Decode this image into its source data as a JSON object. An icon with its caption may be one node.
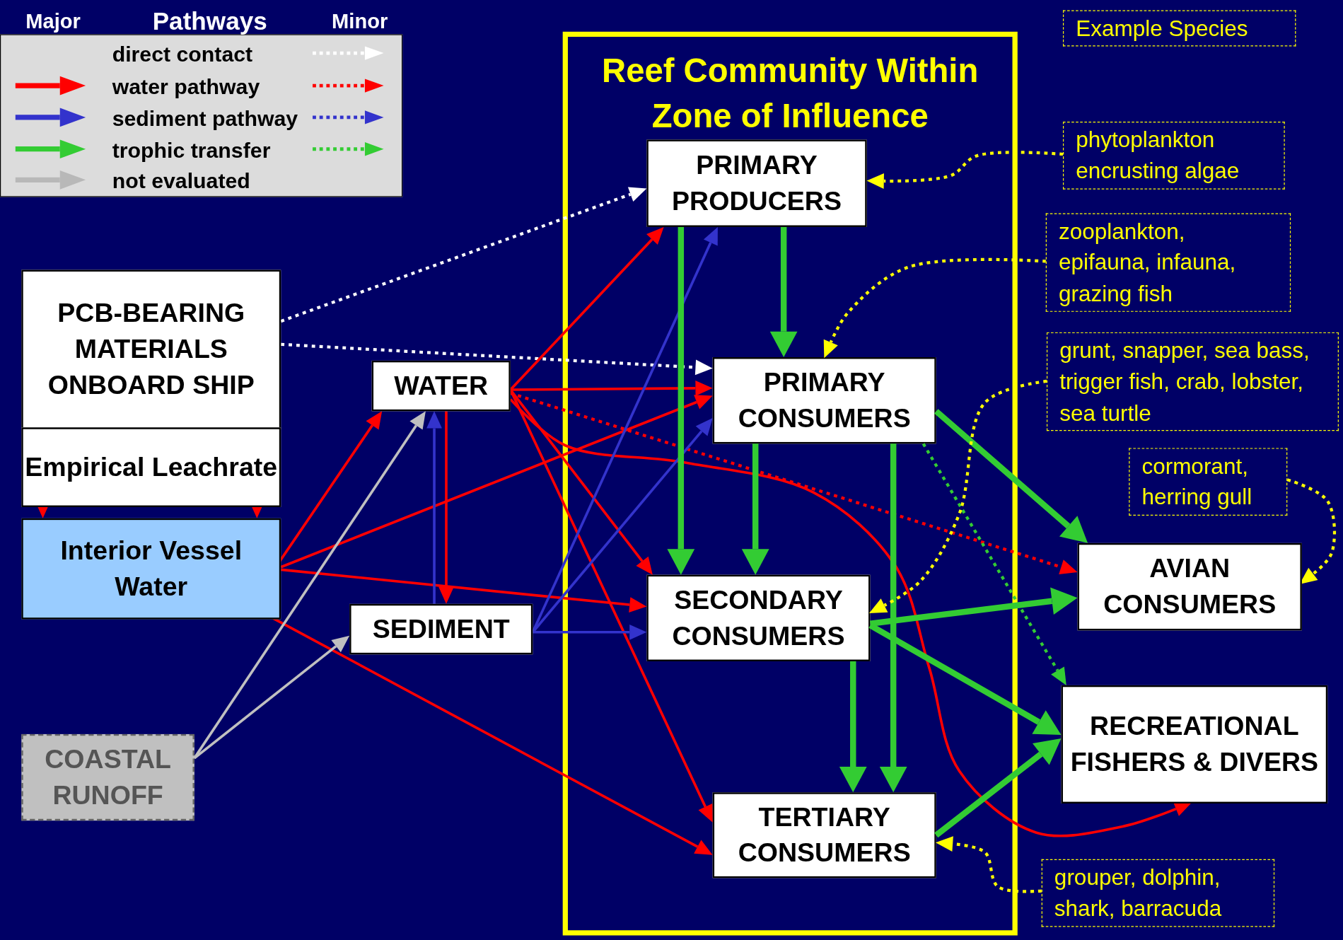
{
  "diagram": {
    "nodes": [
      {
        "text": [
          "Reef Community Within Zone of Influence"
        ]
      },
      {
        "text": [
          "PRIMARY PRODUCERS"
        ],
        "in": 0
      },
      {
        "text": [
          "PRIMARY CONSUMERS"
        ],
        "in": 0
      },
      {
        "text": [
          "SECONDARY CONSUMERS"
        ],
        "in": 0
      },
      {
        "text": [
          "TERTIARY CONSUMERS"
        ],
        "in": 0
      },
      {
        "text": [
          "PCB-BEARING MATERIALS ONBOARD SHIP"
        ]
      },
      {
        "text": [
          "Empirical Leachrate"
        ]
      },
      {
        "text": [
          "Interior Vessel Water"
        ]
      },
      {
        "text": [
          "WATER"
        ]
      },
      {
        "text": [
          "SEDIMENT"
        ]
      },
      {
        "text": [
          "COASTAL RUNOFF"
        ]
      },
      {
        "text": [
          "AVIAN CONSUMERS"
        ]
      },
      {
        "text": [
          "RECREATIONAL FISHERS & DIVERS"
        ]
      },
      {
        "text": [
          "Example Species"
        ]
      },
      {
        "text": [
          "phytoplankton encrusting algae"
        ]
      },
      {
        "text": [
          "zooplankton, epifauna, infauna, grazing fish"
        ]
      },
      {
        "text": [
          "grunt, snapper, sea bass, trigger fish, crab, lobster, sea turtle"
        ]
      },
      {
        "text": [
          "cormorant, herring gull"
        ]
      },
      {
        "text": [
          "grouper, dolphin, shark, barracuda"
        ]
      }
    ],
    "edges": [
      {
        "from": 5,
        "to": 1,
        "arrow": "to",
        "style": "dashed",
        "color": "#ffffff"
      },
      {
        "from": 5,
        "to": 2,
        "arrow": "to",
        "style": "dashed",
        "color": "#ffffff"
      },
      {
        "from": 6,
        "to": 7,
        "arrow": "to",
        "color": "#ff0000"
      },
      {
        "from": 6,
        "to": 7,
        "arrow": "to",
        "color": "#ff0000"
      },
      {
        "from": 7,
        "to": 8,
        "arrow": "to",
        "color": "#ff0000"
      },
      {
        "from": 7,
        "to": 2,
        "arrow": "to",
        "color": "#ff0000"
      },
      {
        "from": 7,
        "to": 3,
        "arrow": "to",
        "color": "#ff0000"
      },
      {
        "from": 7,
        "to": 4,
        "arrow": "to",
        "color": "#ff0000"
      },
      {
        "from": 8,
        "to": 1,
        "arrow": "to",
        "color": "#ff0000"
      },
      {
        "from": 8,
        "to": 2,
        "arrow": "to",
        "color": "#ff0000"
      },
      {
        "from": 8,
        "to": 3,
        "arrow": "to",
        "color": "#ff0000"
      },
      {
        "from": 8,
        "to": 4,
        "arrow": "to",
        "color": "#ff0000"
      },
      {
        "from": 8,
        "to": 9,
        "arrow": "to",
        "color": "#ff0000"
      },
      {
        "from": 8,
        "to": 12,
        "arrow": "to",
        "color": "#ff0000"
      },
      {
        "from": 8,
        "to": 11,
        "arrow": "to",
        "style": "dashed",
        "color": "#ff0000"
      },
      {
        "from": 9,
        "to": 8,
        "arrow": "to",
        "color": "#3333cc"
      },
      {
        "from": 9,
        "to": 1,
        "arrow": "to",
        "color": "#3333cc"
      },
      {
        "from": 9,
        "to": 2,
        "arrow": "to",
        "color": "#3333cc"
      },
      {
        "from": 9,
        "to": 3,
        "arrow": "to",
        "color": "#3333cc"
      },
      {
        "from": 10,
        "to": 8,
        "arrow": "to",
        "color": "#c0c0c0"
      },
      {
        "from": 10,
        "to": 9,
        "arrow": "to",
        "color": "#c0c0c0"
      },
      {
        "from": 1,
        "to": 3,
        "arrow": "to",
        "style": "thick",
        "color": "#33cc33"
      },
      {
        "from": 1,
        "to": 2,
        "arrow": "to",
        "style": "thick",
        "color": "#33cc33"
      },
      {
        "from": 2,
        "to": 3,
        "arrow": "to",
        "style": "thick",
        "color": "#33cc33"
      },
      {
        "from": 2,
        "to": 4,
        "arrow": "to",
        "style": "thick",
        "color": "#33cc33"
      },
      {
        "from": 2,
        "to": 11,
        "arrow": "to",
        "style": "thick",
        "color": "#33cc33"
      },
      {
        "from": 2,
        "to": 12,
        "arrow": "to",
        "style": "dashed",
        "color": "#33cc33"
      },
      {
        "from": 3,
        "to": 11,
        "arrow": "to",
        "style": "thick",
        "color": "#33cc33"
      },
      {
        "from": 3,
        "to": 12,
        "arrow": "to",
        "style": "thick",
        "color": "#33cc33"
      },
      {
        "from": 3,
        "to": 4,
        "arrow": "to",
        "style": "thick",
        "color": "#33cc33"
      },
      {
        "from": 4,
        "to": 12,
        "arrow": "to",
        "style": "thick",
        "color": "#33cc33"
      },
      {
        "from": 14,
        "to": 1,
        "arrow": "to",
        "style": "dashed",
        "color": "#ffff00"
      },
      {
        "from": 15,
        "to": 2,
        "arrow": "to",
        "style": "dashed",
        "color": "#ffff00"
      },
      {
        "from": 16,
        "to": 3,
        "arrow": "to",
        "style": "dashed",
        "color": "#ffff00"
      },
      {
        "from": 17,
        "to": 11,
        "arrow": "to",
        "style": "dashed",
        "color": "#ffff00"
      },
      {
        "from": 18,
        "to": 4,
        "arrow": "to",
        "style": "dashed",
        "color": "#ffff00"
      }
    ],
    "labels": [
      "Major",
      "Pathways",
      "Minor"
    ],
    "legend": [
      {
        "text": "direct contact"
      },
      {
        "text": "water pathway"
      },
      {
        "text": "sediment pathway"
      },
      {
        "text": "trophic transfer"
      },
      {
        "text": "not evaluated"
      }
    ]
  }
}
